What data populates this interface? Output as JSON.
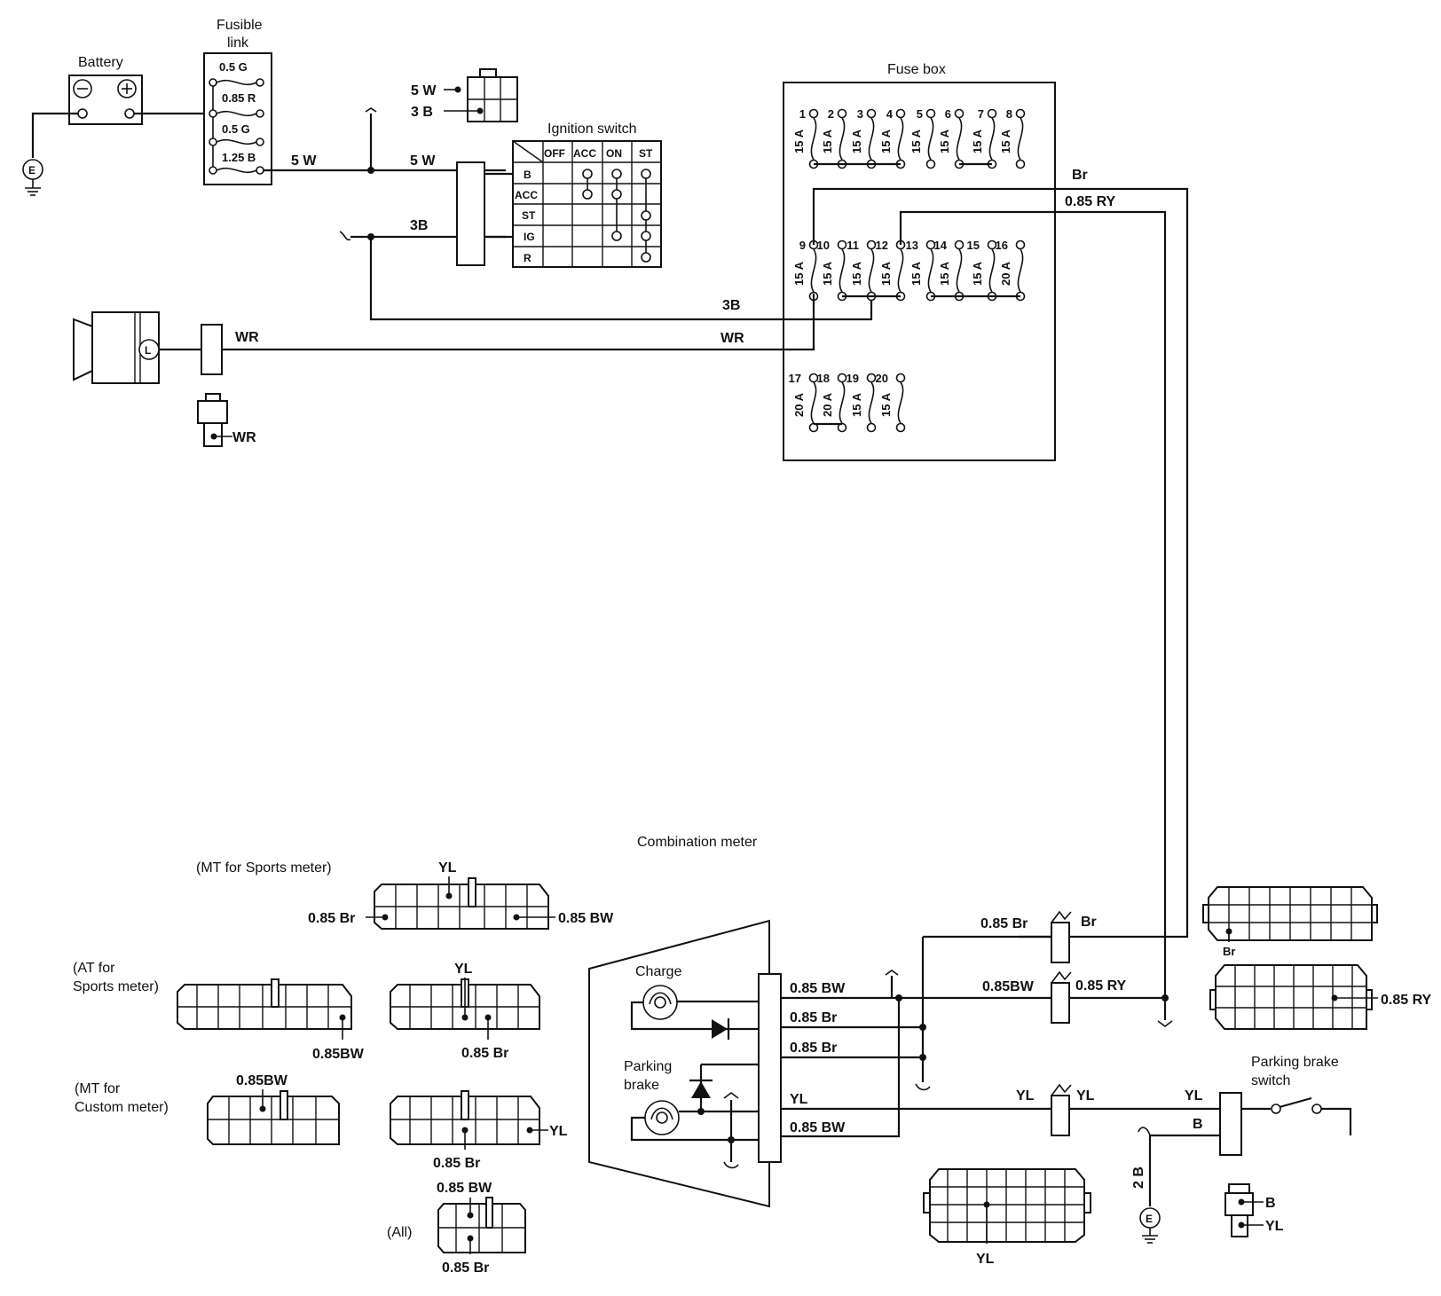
{
  "components": {
    "battery": "Battery",
    "fusible_link": [
      "Fusible",
      "link"
    ],
    "ignition_switch": "Ignition switch",
    "fuse_box": "Fuse box",
    "combination_meter": "Combination meter",
    "charge": "Charge",
    "parking_brake": [
      "Parking",
      "brake"
    ],
    "parking_brake_switch": [
      "Parking brake",
      "switch"
    ],
    "ground": "E"
  },
  "fusible_link_ratings": [
    "0.5 G",
    "0.85 R",
    "0.5 G",
    "1.25 B"
  ],
  "ignition_switch": {
    "columns": [
      "OFF",
      "ACC",
      "ON",
      "ST"
    ],
    "rows": [
      "B",
      "ACC",
      "ST",
      "IG",
      "R"
    ]
  },
  "fuse_box": {
    "row1": [
      {
        "num": "1",
        "amp": "15 A"
      },
      {
        "num": "2",
        "amp": "15 A"
      },
      {
        "num": "3",
        "amp": "15 A"
      },
      {
        "num": "4",
        "amp": "15 A"
      },
      {
        "num": "5",
        "amp": "15 A"
      },
      {
        "num": "6",
        "amp": "15 A"
      },
      {
        "num": "7",
        "amp": "15 A"
      },
      {
        "num": "8",
        "amp": "15 A"
      }
    ],
    "row2": [
      {
        "num": "9",
        "amp": "15 A"
      },
      {
        "num": "10",
        "amp": "15 A"
      },
      {
        "num": "11",
        "amp": "15 A"
      },
      {
        "num": "12",
        "amp": "15 A"
      },
      {
        "num": "13",
        "amp": "15 A"
      },
      {
        "num": "14",
        "amp": "15 A"
      },
      {
        "num": "15",
        "amp": "15 A"
      },
      {
        "num": "16",
        "amp": "20 A"
      }
    ],
    "row3": [
      {
        "num": "17",
        "amp": "20 A"
      },
      {
        "num": "18",
        "amp": "20 A"
      },
      {
        "num": "19",
        "amp": "15 A"
      },
      {
        "num": "20",
        "amp": "15 A"
      }
    ]
  },
  "wires": {
    "w5": "5 W",
    "b3": "3 B",
    "b3_short": "3B",
    "wr": "WR",
    "br": "Br",
    "ry085": "0.85 RY",
    "br085": "0.85 Br",
    "bw085": "0.85 BW",
    "bw085_tight": "0.85BW",
    "yl": "YL",
    "b": "B",
    "b2": "2 B",
    "conn_5w": "5 W",
    "conn_3b": "3 B"
  },
  "connector_variants": {
    "mt_sports": "(MT for Sports meter)",
    "at_sports": [
      "(AT for",
      "Sports meter)"
    ],
    "mt_custom": [
      "(MT for",
      "Custom meter)"
    ],
    "all": "(All)"
  }
}
